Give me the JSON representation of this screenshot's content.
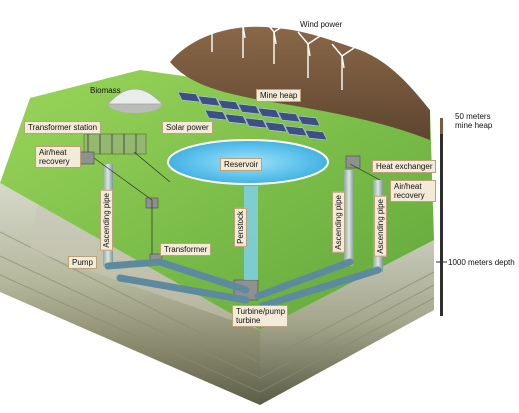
{
  "labels": {
    "wind_power": "Wind power",
    "biomass": "Biomass",
    "mine_heap": "Mine heap",
    "transformer_station": "Transformer station",
    "solar_power": "Solar power",
    "air_heat_recovery_left": "Air/heat\nrecovery",
    "reservoir": "Reservoir",
    "heat_exchanger": "Heat exchanger",
    "air_heat_recovery_right": "Air/heat\nrecovery",
    "ascending_pipe_left": "Ascending pipe",
    "penstock": "Penstock",
    "ascending_pipe_right_a": "Ascending pipe",
    "ascending_pipe_right_b": "Ascending pipe",
    "transformer": "Transformer",
    "pump": "Pump",
    "turbine_pump": "Turbine/pump\nturbine",
    "depth_top": "50 meters\nmine heap",
    "depth_bottom": "1000 meters depth"
  },
  "colors": {
    "grass": "#7cc142",
    "mine_heap": "#7a5a3c",
    "soil_top": "#cfd3c4",
    "soil_mid": "#a9ab92",
    "soil_dark": "#6f7057",
    "water": "#5fc3ea",
    "pipe": "#6f94a8",
    "label_bg": "#f4ead8"
  }
}
